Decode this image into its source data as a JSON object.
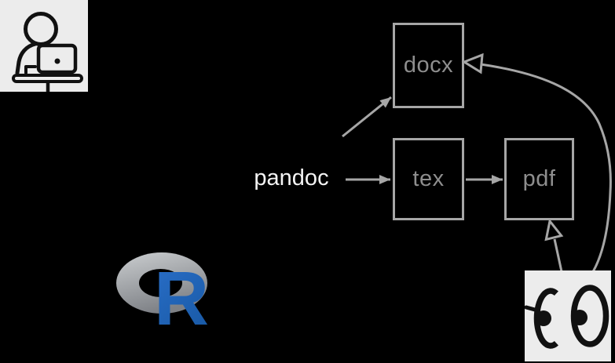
{
  "nodes": {
    "docx": {
      "label": "docx"
    },
    "tex": {
      "label": "tex"
    },
    "pdf": {
      "label": "pdf"
    }
  },
  "labels": {
    "pandoc": "pandoc",
    "r_letter": "R"
  },
  "icons": {
    "person": "person-at-laptop-icon",
    "r_logo": "r-logo-icon",
    "eyes": "eyes-icon"
  },
  "colors": {
    "background": "#000000",
    "line": "#A6A6A6",
    "node_text": "#8E8E8E",
    "pandoc_text": "#F4F4F4",
    "icon_box": "#ECECEC",
    "icon_ink": "#111111",
    "ring_gray_light": "#CBCED0",
    "ring_gray_dark": "#7E8186",
    "r_blue_light": "#2A6FC9",
    "r_blue_dark": "#1A5BA8"
  }
}
